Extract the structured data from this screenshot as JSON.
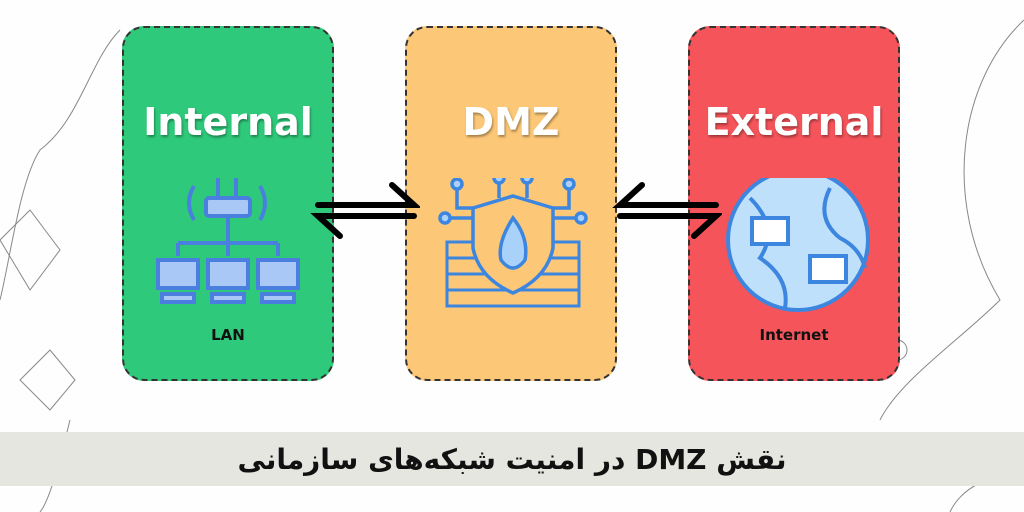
{
  "zones": {
    "internal": {
      "title": "Internal",
      "caption": "LAN",
      "color": "#2ec97a"
    },
    "dmz": {
      "title": "DMZ",
      "color": "#fcc776"
    },
    "external": {
      "title": "External",
      "caption": "Internet",
      "color": "#f4545a"
    }
  },
  "banner": {
    "title": "نقش DMZ  در امنیت شبکه‌های سازمانی"
  }
}
